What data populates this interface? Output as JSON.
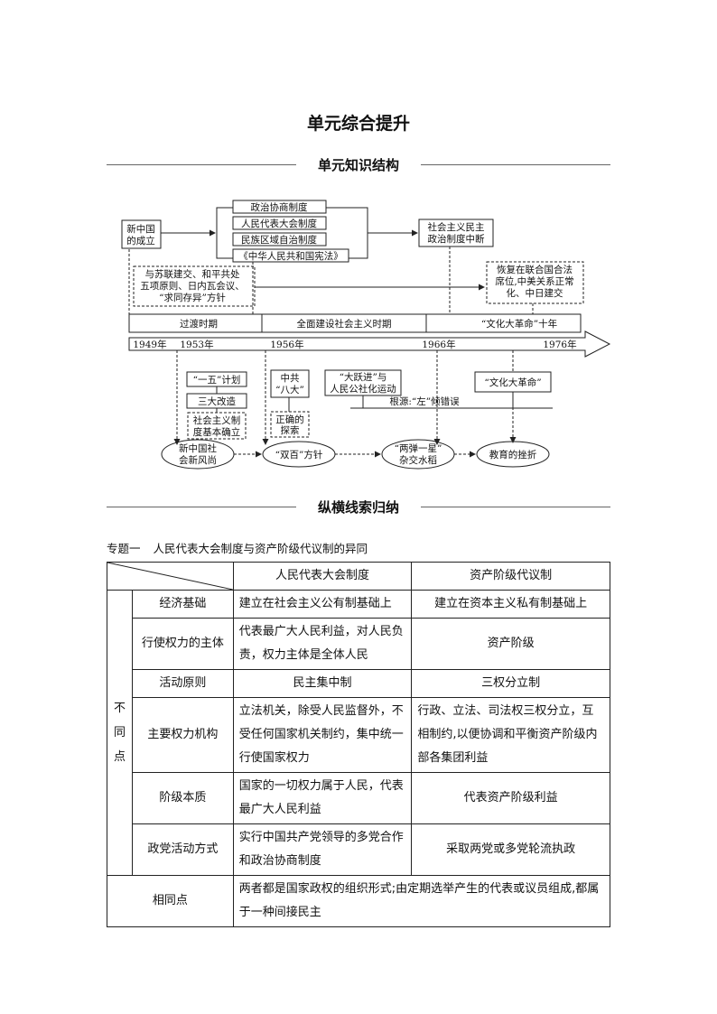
{
  "page_title": "单元综合提升",
  "sections": {
    "structure": "单元知识结构",
    "threads": "纵横线索归纳"
  },
  "diagram": {
    "founding": [
      "新中国",
      "的成立"
    ],
    "systems": [
      "政治协商制度",
      "人民代表大会制度",
      "民族区域自治制度",
      "《中华人民共和国宪法》"
    ],
    "disruption": [
      "社会主义民主",
      "政治制度中断"
    ],
    "diplomacy": [
      "与苏联建交、和平共处",
      "五项原则、日内瓦会议、",
      "“求同存异”方针"
    ],
    "un_seat": [
      "恢复在联合国合法",
      "席位,中美关系正常",
      "化、中日建交"
    ],
    "periods": [
      "过渡时期",
      "全面建设社会主义时期",
      "“文化大革命”十年"
    ],
    "years": [
      "1949年",
      "1953年",
      "1956年",
      "1966年",
      "1976年"
    ],
    "five_year": "“一五”计划",
    "transformation": "三大改造",
    "socialist_system": [
      "社会主义制",
      "度基本确立"
    ],
    "eighth_congress": [
      "中共",
      "“八大”"
    ],
    "correct_explore": [
      "正确的",
      "探索"
    ],
    "great_leap": [
      "“大跃进”与",
      "人民公社化运动"
    ],
    "root_cause": "根源:“左”倾错误",
    "cultural_rev": "“文化大革命”",
    "new_custom": [
      "新中国社",
      "会新风尚"
    ],
    "double_hundred": "“双百”方针",
    "two_bombs": [
      "“两弹一星”",
      "杂交水稻"
    ],
    "education": "教育的挫折"
  },
  "topic": {
    "number": "专题一",
    "title": "人民代表大会制度与资产阶级代议制的异同"
  },
  "table": {
    "headers": [
      "人民代表大会制度",
      "资产阶级代议制"
    ],
    "diff_label": [
      "不",
      "同",
      "点"
    ],
    "rows": [
      {
        "item": "经济基础",
        "a": "建立在社会主义公有制基础上",
        "b": "建立在资本主义私有制基础上"
      },
      {
        "item": "行使权力的主体",
        "a": "代表最广大人民利益，对人民负责，权力主体是全体人民",
        "b": "资产阶级"
      },
      {
        "item": "活动原则",
        "a": "民主集中制",
        "b": "三权分立制"
      },
      {
        "item": "主要权力机构",
        "a": "立法机关，除受人民监督外，不受任何国家机关制约，集中统一行使国家权力",
        "b": "行政、立法、司法权三权分立，互相制约,以便协调和平衡资产阶级内部各集团利益"
      },
      {
        "item": "阶级本质",
        "a": "国家的一切权力属于人民，代表最广大人民利益",
        "b": "代表资产阶级利益"
      },
      {
        "item": "政党活动方式",
        "a": "实行中国共产党领导的多党合作和政治协商制度",
        "b": "采取两党或多党轮流执政"
      }
    ],
    "same_label": "相同点",
    "same_text": "两者都是国家政权的组织形式;由定期选举产生的代表或议员组成,都属于一种间接民主"
  }
}
